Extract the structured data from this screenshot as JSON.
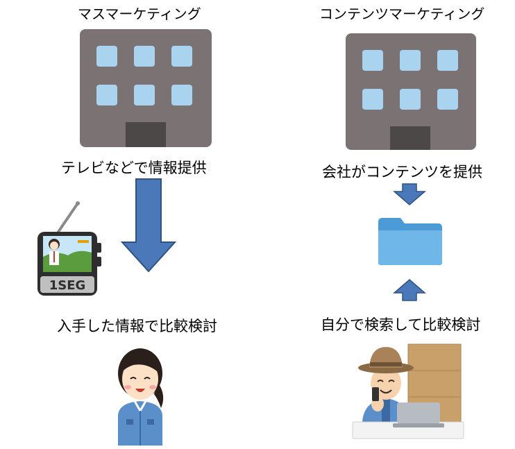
{
  "left": {
    "title": "マスマーケティング",
    "caption1": "テレビなどで情報提供",
    "caption2": "入手した情報で比較検討",
    "tv_label": "1SEG"
  },
  "right": {
    "title": "コンテンツマーケティング",
    "caption1": "会社がコンテンツを提供",
    "caption2": "自分で検索して比較検討"
  },
  "colors": {
    "building": "#7b7373",
    "window": "#a9d3ef",
    "door": "#4d4848",
    "arrow_fill": "#4a78b8",
    "arrow_stroke": "#2f5283",
    "folder": "#5aa8de"
  }
}
